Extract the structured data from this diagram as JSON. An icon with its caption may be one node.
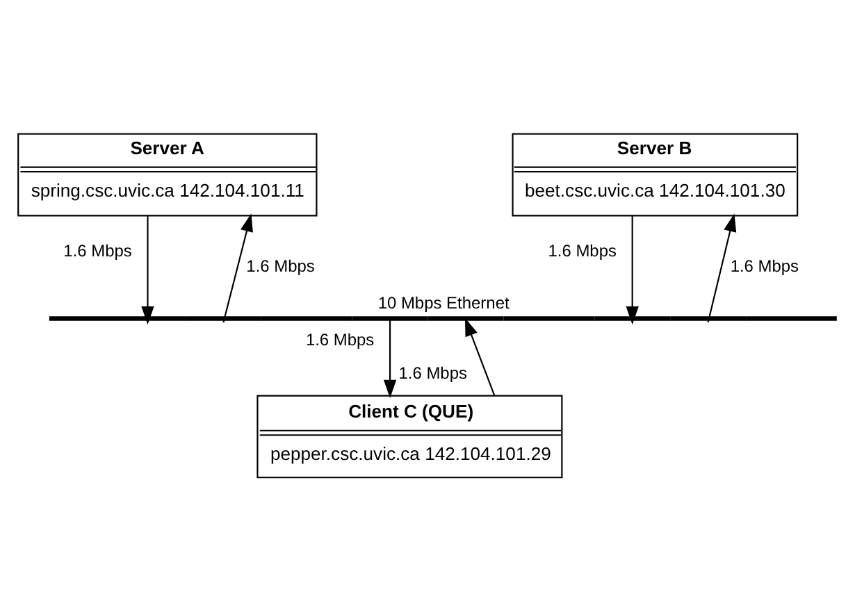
{
  "diagram": {
    "nodes": [
      {
        "text": [
          "Server A",
          "spring.csc.uvic.ca 142.104.101.11"
        ]
      },
      {
        "text": [
          "Server B",
          "beet.csc.uvic.ca 142.104.101.30"
        ]
      },
      {
        "text": [],
        "shape": "bar",
        "beside": [
          "10 Mbps Ethernet"
        ]
      },
      {
        "text": [
          "Client C (QUE)",
          "pepper.csc.uvic.ca 142.104.101.29"
        ]
      }
    ],
    "edges": [
      {
        "from": 0,
        "to": 2,
        "arrow": "to",
        "label": "1.6 Mbps"
      },
      {
        "from": 2,
        "to": 0,
        "arrow": "to",
        "label": "1.6 Mbps"
      },
      {
        "from": 1,
        "to": 2,
        "arrow": "to",
        "label": "1.6 Mbps"
      },
      {
        "from": 2,
        "to": 1,
        "arrow": "to",
        "label": "1.6 Mbps"
      },
      {
        "from": 2,
        "to": 3,
        "arrow": "to",
        "label": "1.6 Mbps"
      },
      {
        "from": 3,
        "to": 2,
        "arrow": "to",
        "label": "1.6 Mbps"
      }
    ]
  }
}
